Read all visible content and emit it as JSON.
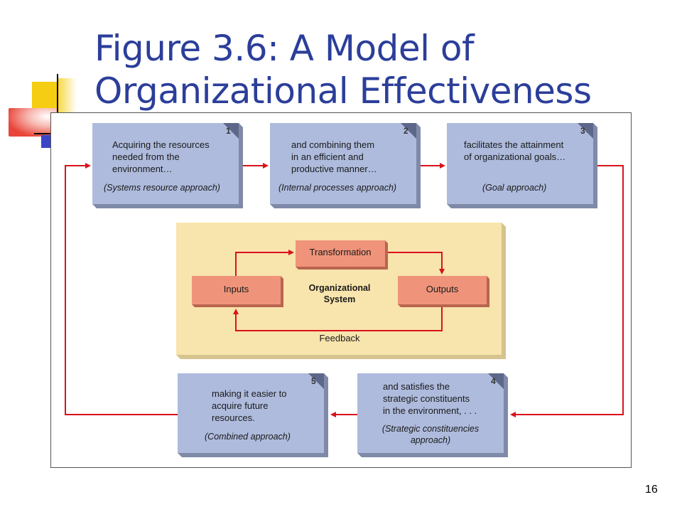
{
  "slide": {
    "title": "Figure 3.6: A Model of Organizational Effectiveness",
    "page_number": "16"
  },
  "colors": {
    "title": "#2b3e9a",
    "box_fill": "#aebbdd",
    "box_side": "#7f8aa8",
    "system_fill": "#f8e4ad",
    "system_side": "#d6c48e",
    "component_fill": "#ef947a",
    "component_side": "#b8654f",
    "arrow": "#d8121c"
  },
  "diagram": {
    "boxes": [
      {
        "number": "1",
        "lines": [
          "Acquiring the resources",
          "needed from the",
          "environment…"
        ],
        "approach": [
          "(Systems resource approach)"
        ]
      },
      {
        "number": "2",
        "lines": [
          "and combining them",
          "in an efficient and",
          "productive manner…"
        ],
        "approach": [
          "(Internal processes approach)"
        ]
      },
      {
        "number": "3",
        "lines": [
          "facilitates the attainment",
          "of organizational goals…"
        ],
        "approach": [
          "(Goal approach)"
        ]
      },
      {
        "number": "4",
        "lines": [
          "and satisfies the",
          "strategic constituents",
          "in the environment, . . ."
        ],
        "approach": [
          "(Strategic constituencies",
          "approach)"
        ]
      },
      {
        "number": "5",
        "lines": [
          "making it easier to",
          "acquire future",
          "resources."
        ],
        "approach": [
          "(Combined approach)"
        ]
      }
    ],
    "system": {
      "title_lines": [
        "Organizational",
        "System"
      ],
      "inputs": "Inputs",
      "transformation": "Transformation",
      "outputs": "Outputs",
      "feedback": "Feedback"
    }
  }
}
